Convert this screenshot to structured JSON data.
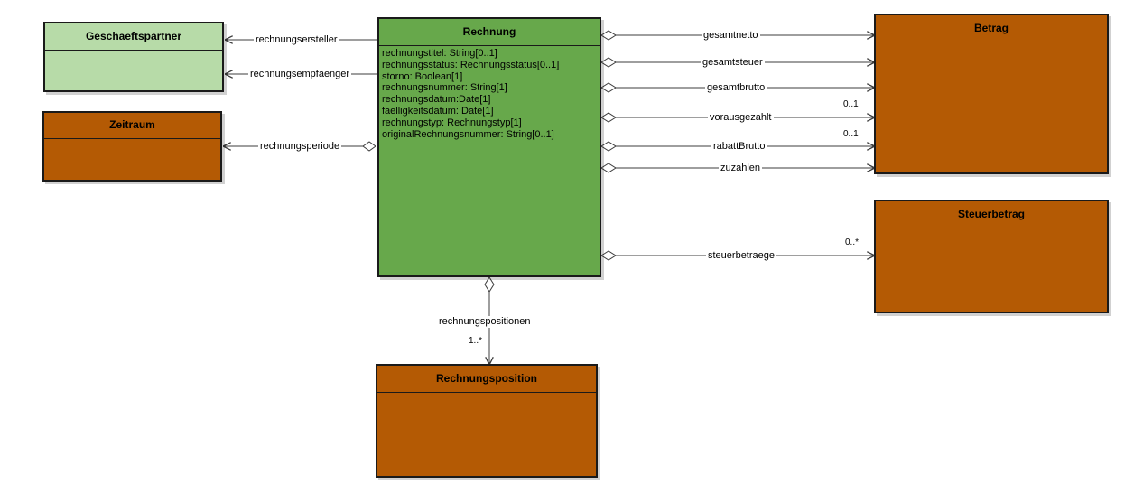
{
  "classes": {
    "geschaeftspartner": {
      "name": "Geschaeftspartner"
    },
    "zeitraum": {
      "name": "Zeitraum"
    },
    "rechnung": {
      "name": "Rechnung",
      "attributes": [
        "rechnungstitel: String[0..1]",
        "rechnungsstatus: Rechnungsstatus[0..1]",
        "storno: Boolean[1]",
        "rechnungsnummer: String[1]",
        "rechnungsdatum:Date[1]",
        "faelligkeitsdatum: Date[1]",
        "rechnungstyp: Rechnungstyp[1]",
        "originalRechnungsnummer: String[0..1]"
      ]
    },
    "betrag": {
      "name": "Betrag"
    },
    "steuerbetrag": {
      "name": "Steuerbetrag"
    },
    "rechnungsposition": {
      "name": "Rechnungsposition"
    }
  },
  "associations": {
    "rechnungsersteller": {
      "label": "rechnungsersteller"
    },
    "rechnungsempfaenger": {
      "label": "rechnungsempfaenger"
    },
    "rechnungsperiode": {
      "label": "rechnungsperiode"
    },
    "gesamtnetto": {
      "label": "gesamtnetto"
    },
    "gesamtsteuer": {
      "label": "gesamtsteuer"
    },
    "gesamtbrutto": {
      "label": "gesamtbrutto"
    },
    "vorausgezahlt": {
      "label": "vorausgezahlt",
      "multiplicity": "0..1"
    },
    "rabattBrutto": {
      "label": "rabattBrutto",
      "multiplicity": "0..1"
    },
    "zuzahlen": {
      "label": "zuzahlen"
    },
    "steuerbetraege": {
      "label": "steuerbetraege",
      "multiplicity": "0..*"
    },
    "rechnungspositionen": {
      "label": "rechnungspositionen",
      "multiplicity": "1..*"
    }
  },
  "colors": {
    "main_class": "#67a84b",
    "partner_class": "#b7dba8",
    "other_class": "#b45a04",
    "line": "#3c3c3c"
  }
}
